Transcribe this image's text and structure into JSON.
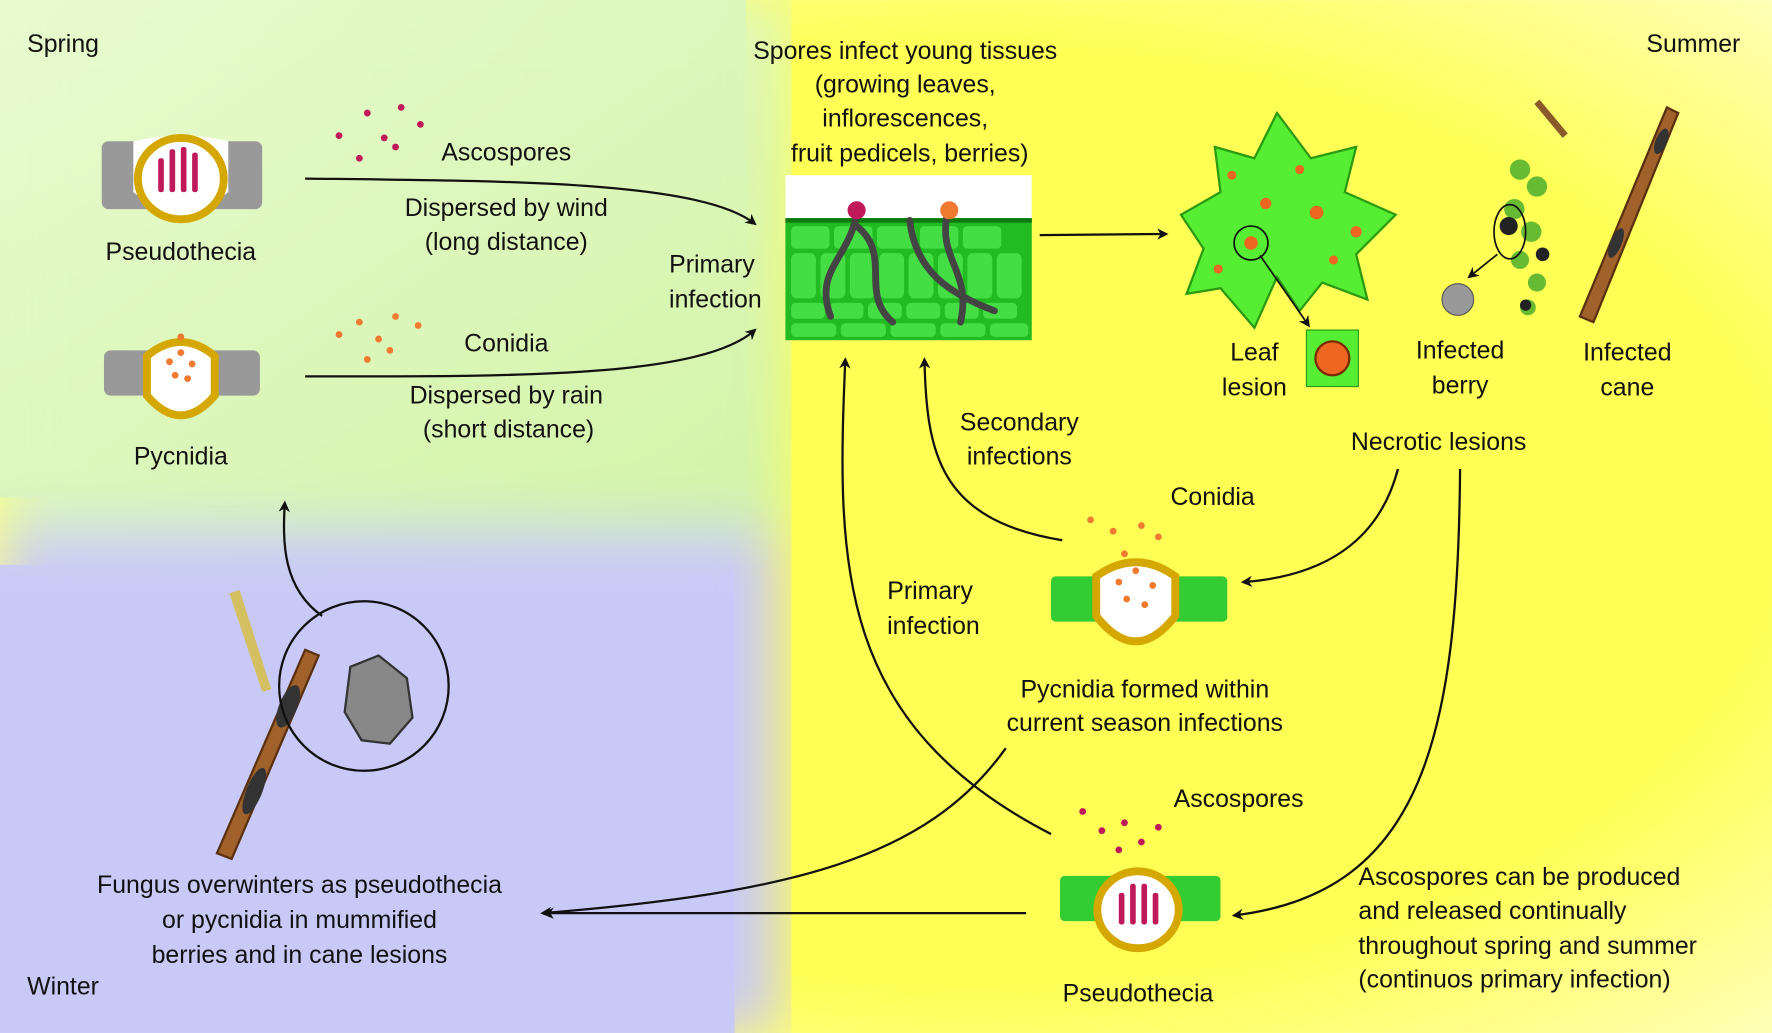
{
  "seasons": {
    "spring": "Spring",
    "summer": "Summer",
    "winter": "Winter"
  },
  "infection_site": {
    "lines": [
      "Spores infect young tissues",
      "(growing leaves,",
      "inflorescences,",
      "fruit pedicels, berries)"
    ]
  },
  "spring": {
    "pseudothecia_label": "Pseudothecia",
    "ascospores_label": "Ascospores",
    "wind": [
      "Dispersed by wind",
      "(long distance)"
    ],
    "pycnidia_label": "Pycnidia",
    "conidia_label": "Conidia",
    "rain": [
      "Dispersed by rain",
      "(short distance)"
    ],
    "primary_infection": [
      "Primary",
      "infection"
    ]
  },
  "symptoms": {
    "leaf": [
      "Leaf",
      "lesion"
    ],
    "berry": [
      "Infected",
      "berry"
    ],
    "cane": [
      "Infected",
      "cane"
    ],
    "necrotic": "Necrotic lesions"
  },
  "summer_cycle": {
    "secondary": [
      "Secondary",
      "infections"
    ],
    "conidia_label": "Conidia",
    "primary": [
      "Primary",
      "infection"
    ],
    "pycnidia_formed": [
      "Pycnidia formed within",
      "current season infections"
    ],
    "ascospores_label": "Ascospores",
    "pseudothecia_label": "Pseudothecia",
    "note": [
      "Ascospores can be produced",
      "and released continually",
      "throughout spring and summer",
      "(continuos primary infection)"
    ]
  },
  "winter": {
    "lines": [
      "Fungus overwinters as pseudothecia",
      "or pycnidia in mummified",
      "berries and in cane lesions"
    ]
  },
  "colors": {
    "spring_bg": "#d6f5b0",
    "winter_bg": "#c9c9f7",
    "summer_bg": "#ffff66",
    "tissue": "#33cc33",
    "ascus": "#c0195a",
    "conidium": "#f07a30"
  }
}
